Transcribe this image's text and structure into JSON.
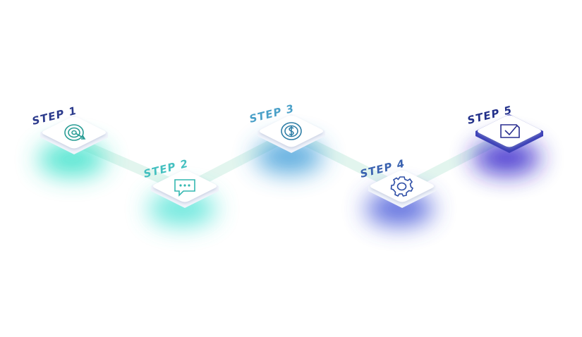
{
  "steps": [
    {
      "label": "STEP 1",
      "icon": "target-icon",
      "icon_color": "#2a9d95",
      "glow": "#33e0c8",
      "label_color": "#2b3a8c"
    },
    {
      "label": "STEP 2",
      "icon": "chat-bubble-icon",
      "icon_color": "#33b7b0",
      "glow": "#4fe3d6",
      "label_color": "#44c0c0"
    },
    {
      "label": "STEP 3",
      "icon": "dollar-coin-icon",
      "icon_color": "#2f7ea6",
      "glow": "#3a9bd8",
      "label_color": "#4aa0c8"
    },
    {
      "label": "STEP 4",
      "icon": "gear-icon",
      "icon_color": "#2e4ea6",
      "glow": "#3f52d8",
      "label_color": "#3a62b0"
    },
    {
      "label": "STEP 5",
      "icon": "checked-square-icon",
      "icon_color": "#2a2f90",
      "glow": "#2a1ec8",
      "label_color": "#22308a"
    }
  ],
  "colors": {
    "connector": "#e2f5ee",
    "tile_top": "#ffffff",
    "tile_edge": "#f1f4fb"
  }
}
